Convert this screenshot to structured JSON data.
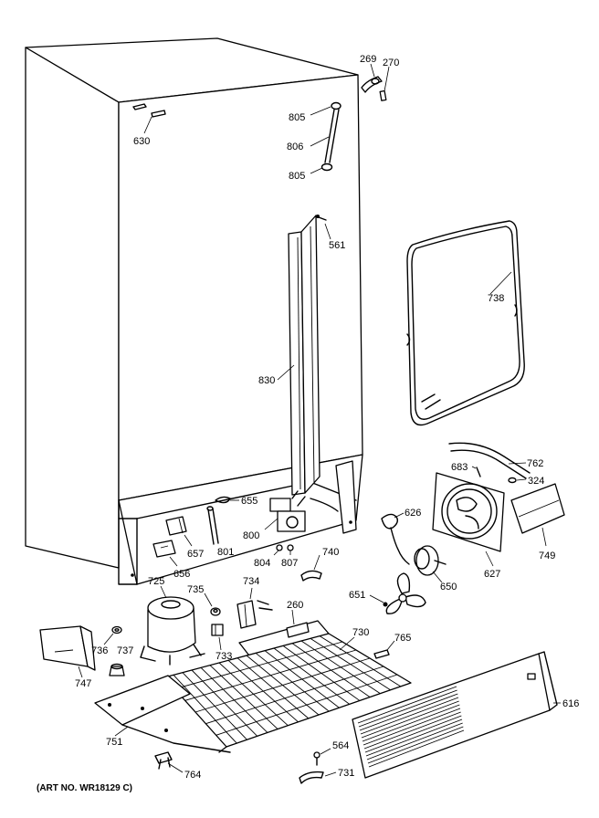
{
  "diagram": {
    "caption": "(ART NO. WR18129 C)",
    "labels": {
      "p269": "269",
      "p270": "270",
      "p630": "630",
      "p805a": "805",
      "p806": "806",
      "p805b": "805",
      "p561": "561",
      "p738": "738",
      "p830": "830",
      "p762": "762",
      "p683": "683",
      "p324": "324",
      "p655": "655",
      "p626": "626",
      "p657": "657",
      "p801": "801",
      "p800": "800",
      "p804": "804",
      "p807": "807",
      "p740": "740",
      "p656": "656",
      "p627": "627",
      "p749": "749",
      "p725": "725",
      "p735": "735",
      "p734": "734",
      "p260": "260",
      "p651": "651",
      "p650": "650",
      "p730": "730",
      "p765": "765",
      "p736": "736",
      "p737": "737",
      "p733": "733",
      "p747": "747",
      "p616": "616",
      "p751": "751",
      "p564": "564",
      "p731": "731",
      "p764": "764"
    }
  }
}
